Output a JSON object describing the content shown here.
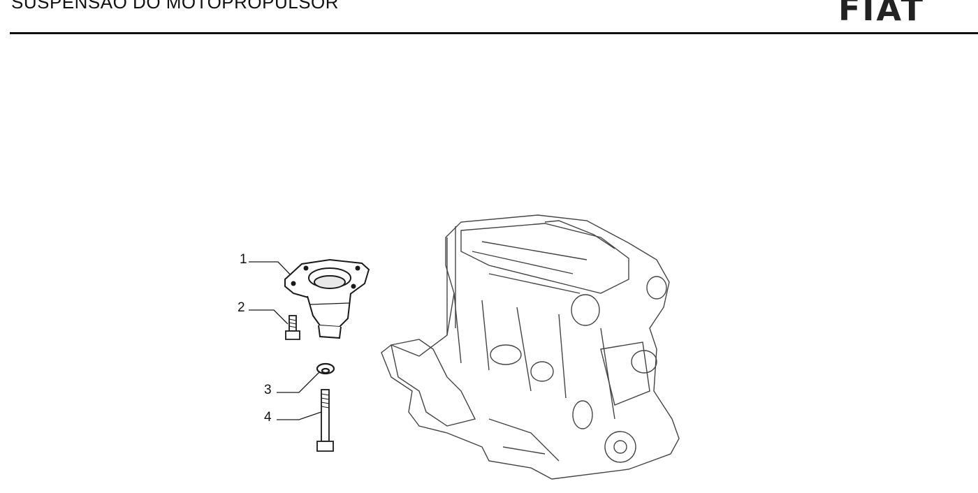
{
  "header": {
    "title": "SUSPENSÃO DO MOTOPROPULSOR",
    "logo": "FIAT"
  },
  "diagram": {
    "callouts": [
      "1",
      "2",
      "3",
      "4"
    ],
    "colors": {
      "line": "#1a1a1a",
      "engine_line": "#444444"
    }
  }
}
